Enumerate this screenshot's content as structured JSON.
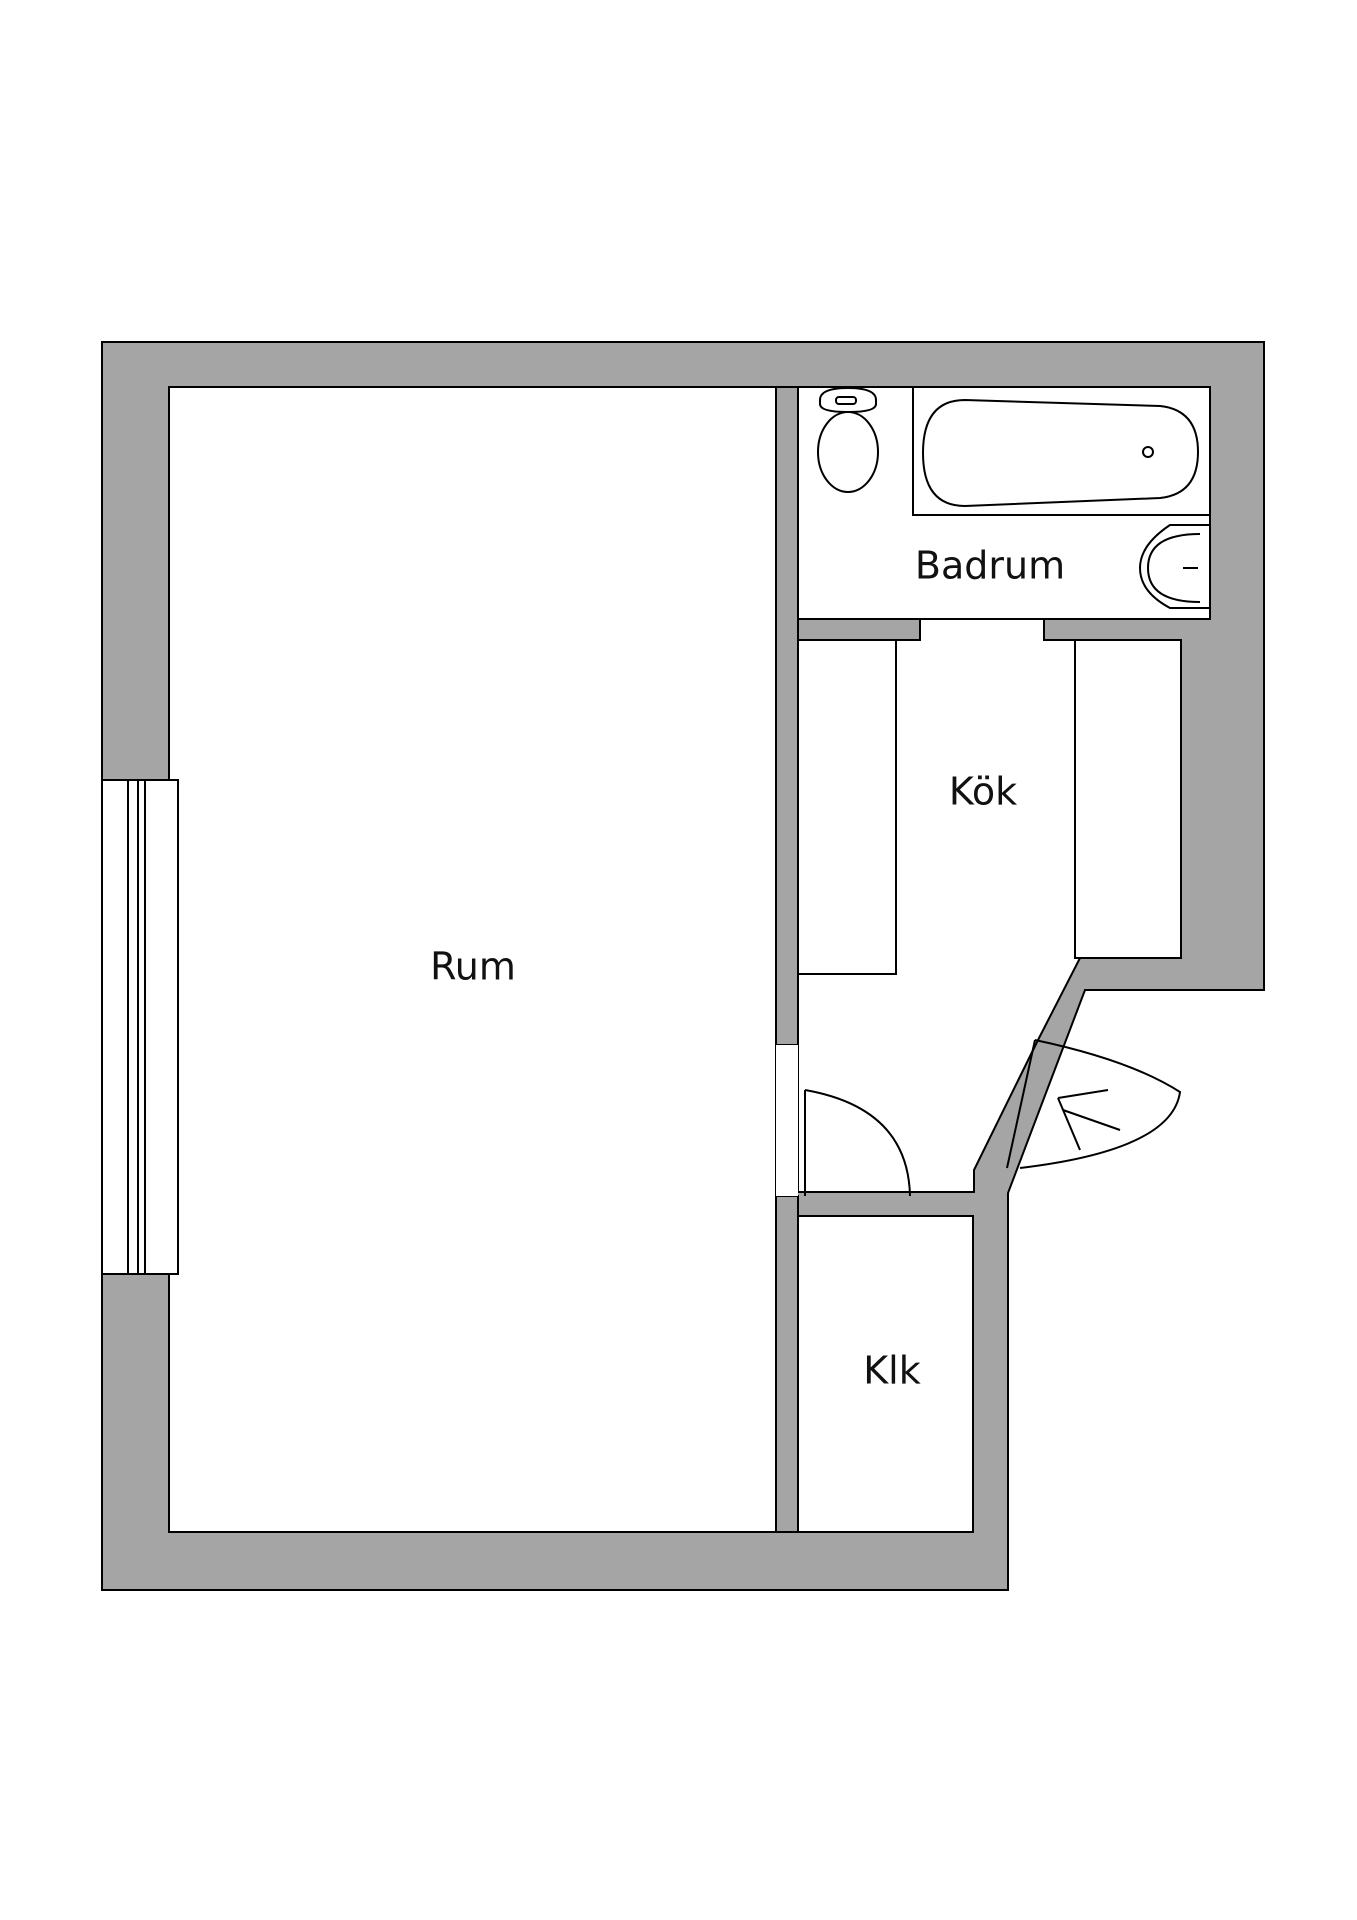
{
  "rooms": {
    "rum": "Rum",
    "badrum": "Badrum",
    "kok": "Kök",
    "klk": "Klk"
  },
  "colors": {
    "wall": "#a5a5a5",
    "floor": "#ffffff",
    "outline": "#000000"
  },
  "icons": {
    "entrance": "entrance-arrow-icon",
    "toilet": "toilet-icon",
    "bathtub": "bathtub-icon",
    "sink": "sink-icon"
  }
}
